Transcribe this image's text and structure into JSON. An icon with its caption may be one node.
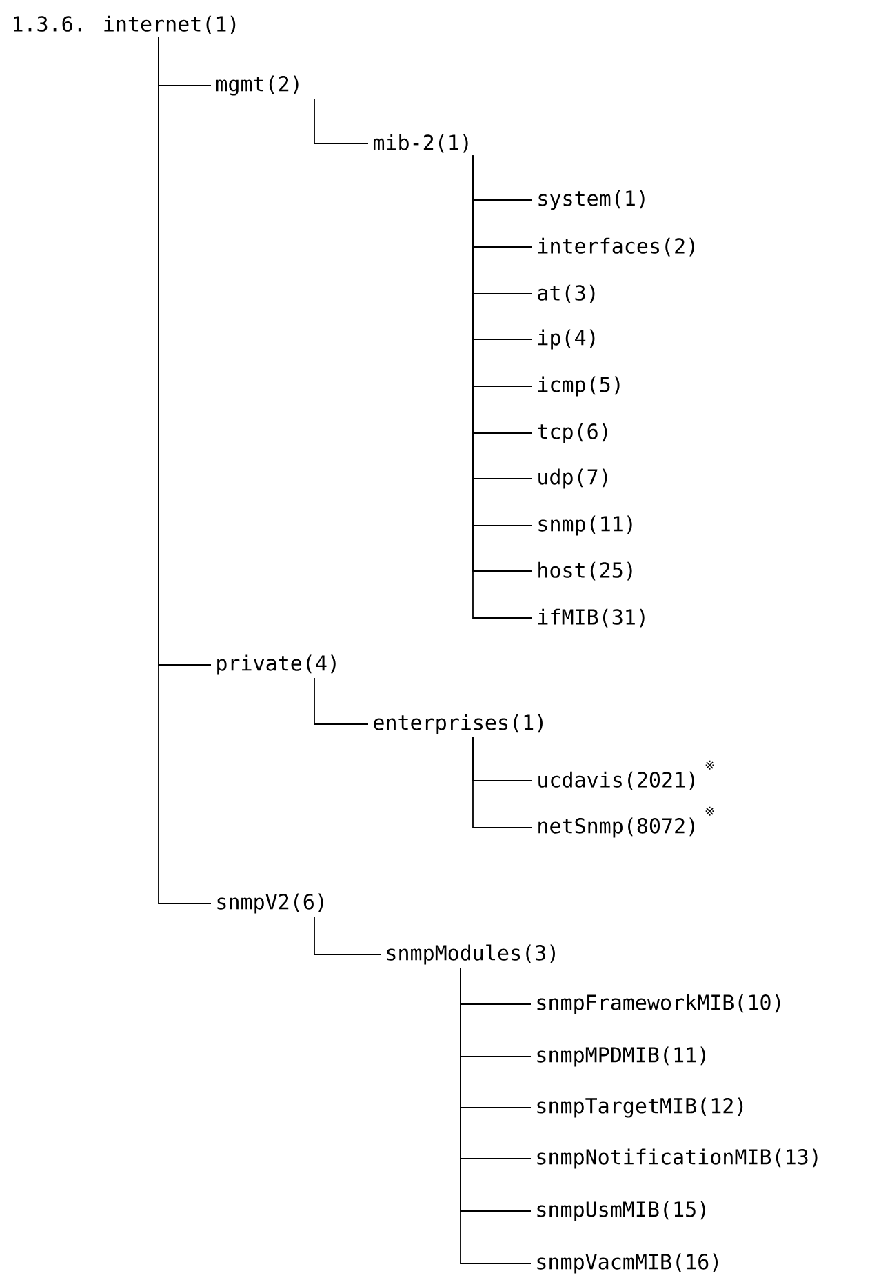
{
  "diagram": {
    "nodes": [
      {
        "text": [
          "1.3.6. internet(1)"
        ]
      },
      {
        "text": [
          "mgmt(2)"
        ]
      },
      {
        "text": [
          "mib-2(1)"
        ]
      },
      {
        "text": [
          "system(1)"
        ]
      },
      {
        "text": [
          "interfaces(2)"
        ]
      },
      {
        "text": [
          "at(3)"
        ]
      },
      {
        "text": [
          "ip(4)"
        ]
      },
      {
        "text": [
          "icmp(5)"
        ]
      },
      {
        "text": [
          "tcp(6)"
        ]
      },
      {
        "text": [
          "udp(7)"
        ]
      },
      {
        "text": [
          "snmp(11)"
        ]
      },
      {
        "text": [
          "host(25)"
        ]
      },
      {
        "text": [
          "ifMIB(31)"
        ]
      },
      {
        "text": [
          "private(4)"
        ]
      },
      {
        "text": [
          "enterprises(1)"
        ]
      },
      {
        "text": [
          "ucdavis(2021)"
        ],
        "beside": [
          "※"
        ]
      },
      {
        "text": [
          "netSnmp(8072)"
        ],
        "beside": [
          "※"
        ]
      },
      {
        "text": [
          "snmpV2(6)"
        ]
      },
      {
        "text": [
          "snmpModules(3)"
        ]
      },
      {
        "text": [
          "snmpFrameworkMIB(10)"
        ]
      },
      {
        "text": [
          "snmpMPDMIB(11)"
        ]
      },
      {
        "text": [
          "snmpTargetMIB(12)"
        ]
      },
      {
        "text": [
          "snmpNotificationMIB(13)"
        ]
      },
      {
        "text": [
          "snmpUsmMIB(15)"
        ]
      },
      {
        "text": [
          "snmpVacmMIB(16)"
        ]
      }
    ],
    "edges": [
      {
        "from": 0,
        "to": 1,
        "arrow": "none"
      },
      {
        "from": 1,
        "to": 2,
        "arrow": "none"
      },
      {
        "from": 2,
        "to": 3,
        "arrow": "none"
      },
      {
        "from": 2,
        "to": 4,
        "arrow": "none"
      },
      {
        "from": 2,
        "to": 5,
        "arrow": "none"
      },
      {
        "from": 2,
        "to": 6,
        "arrow": "none"
      },
      {
        "from": 2,
        "to": 7,
        "arrow": "none"
      },
      {
        "from": 2,
        "to": 8,
        "arrow": "none"
      },
      {
        "from": 2,
        "to": 9,
        "arrow": "none"
      },
      {
        "from": 2,
        "to": 10,
        "arrow": "none"
      },
      {
        "from": 2,
        "to": 11,
        "arrow": "none"
      },
      {
        "from": 2,
        "to": 12,
        "arrow": "none"
      },
      {
        "from": 0,
        "to": 13,
        "arrow": "none"
      },
      {
        "from": 13,
        "to": 14,
        "arrow": "none"
      },
      {
        "from": 14,
        "to": 15,
        "arrow": "none"
      },
      {
        "from": 14,
        "to": 16,
        "arrow": "none"
      },
      {
        "from": 0,
        "to": 17,
        "arrow": "none"
      },
      {
        "from": 17,
        "to": 18,
        "arrow": "none"
      },
      {
        "from": 18,
        "to": 19,
        "arrow": "none"
      },
      {
        "from": 18,
        "to": 20,
        "arrow": "none"
      },
      {
        "from": 18,
        "to": 21,
        "arrow": "none"
      },
      {
        "from": 18,
        "to": 22,
        "arrow": "none"
      },
      {
        "from": 18,
        "to": 23,
        "arrow": "none"
      },
      {
        "from": 18,
        "to": 24,
        "arrow": "none"
      }
    ]
  }
}
